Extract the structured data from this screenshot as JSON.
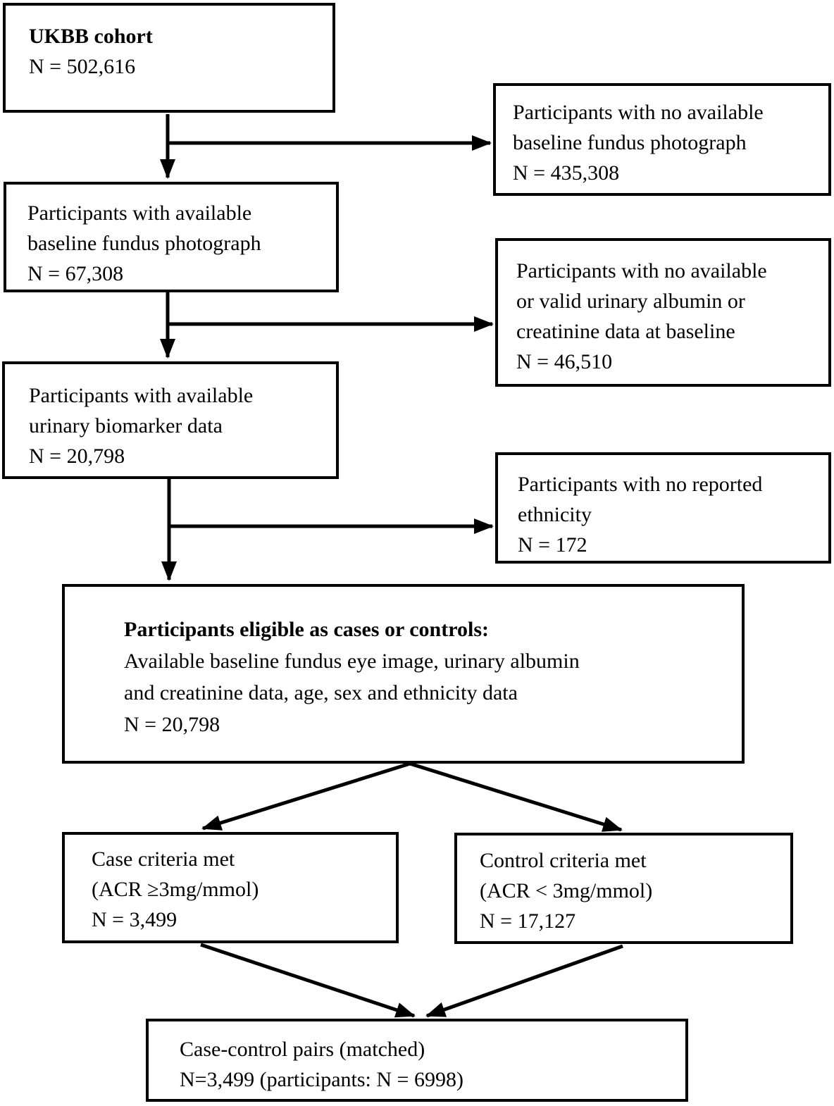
{
  "diagram": {
    "colors": {
      "line": "#000000",
      "text": "#000000",
      "background": "#ffffff"
    },
    "boxes": {
      "ukbb": {
        "title": "UKBB cohort",
        "n": "N = 502,616"
      },
      "no_fundus": {
        "line1": "Participants with no available",
        "line2": "baseline fundus photograph",
        "n": "N = 435,308"
      },
      "fundus": {
        "line1": "Participants with available",
        "line2": "baseline fundus photograph",
        "n": "N = 67,308"
      },
      "no_urine": {
        "line1": "Participants with no available",
        "line2": "or valid urinary albumin or",
        "line3": "creatinine data at baseline",
        "n": "N = 46,510"
      },
      "urine": {
        "line1": "Participants with available",
        "line2": "urinary biomarker data",
        "n": "N = 20,798"
      },
      "no_ethnicity": {
        "line1": "Participants with no reported",
        "line2": "ethnicity",
        "n": "N = 172"
      },
      "eligible": {
        "heading": "Participants eligible as cases or controls:",
        "line1": "Available baseline fundus eye image, urinary albumin",
        "line2": "and creatinine data, age, sex and ethnicity data",
        "n": "N = 20,798"
      },
      "case": {
        "line1": "Case criteria met",
        "line2": "(ACR ≥3mg/mmol)",
        "n": "N = 3,499"
      },
      "control": {
        "line1": "Control criteria met",
        "line2": "(ACR < 3mg/mmol)",
        "n": "N = 17,127"
      },
      "pairs": {
        "line1": "Case-control pairs (matched)",
        "line2": "N=3,499 (participants: N = 6998)"
      }
    }
  }
}
